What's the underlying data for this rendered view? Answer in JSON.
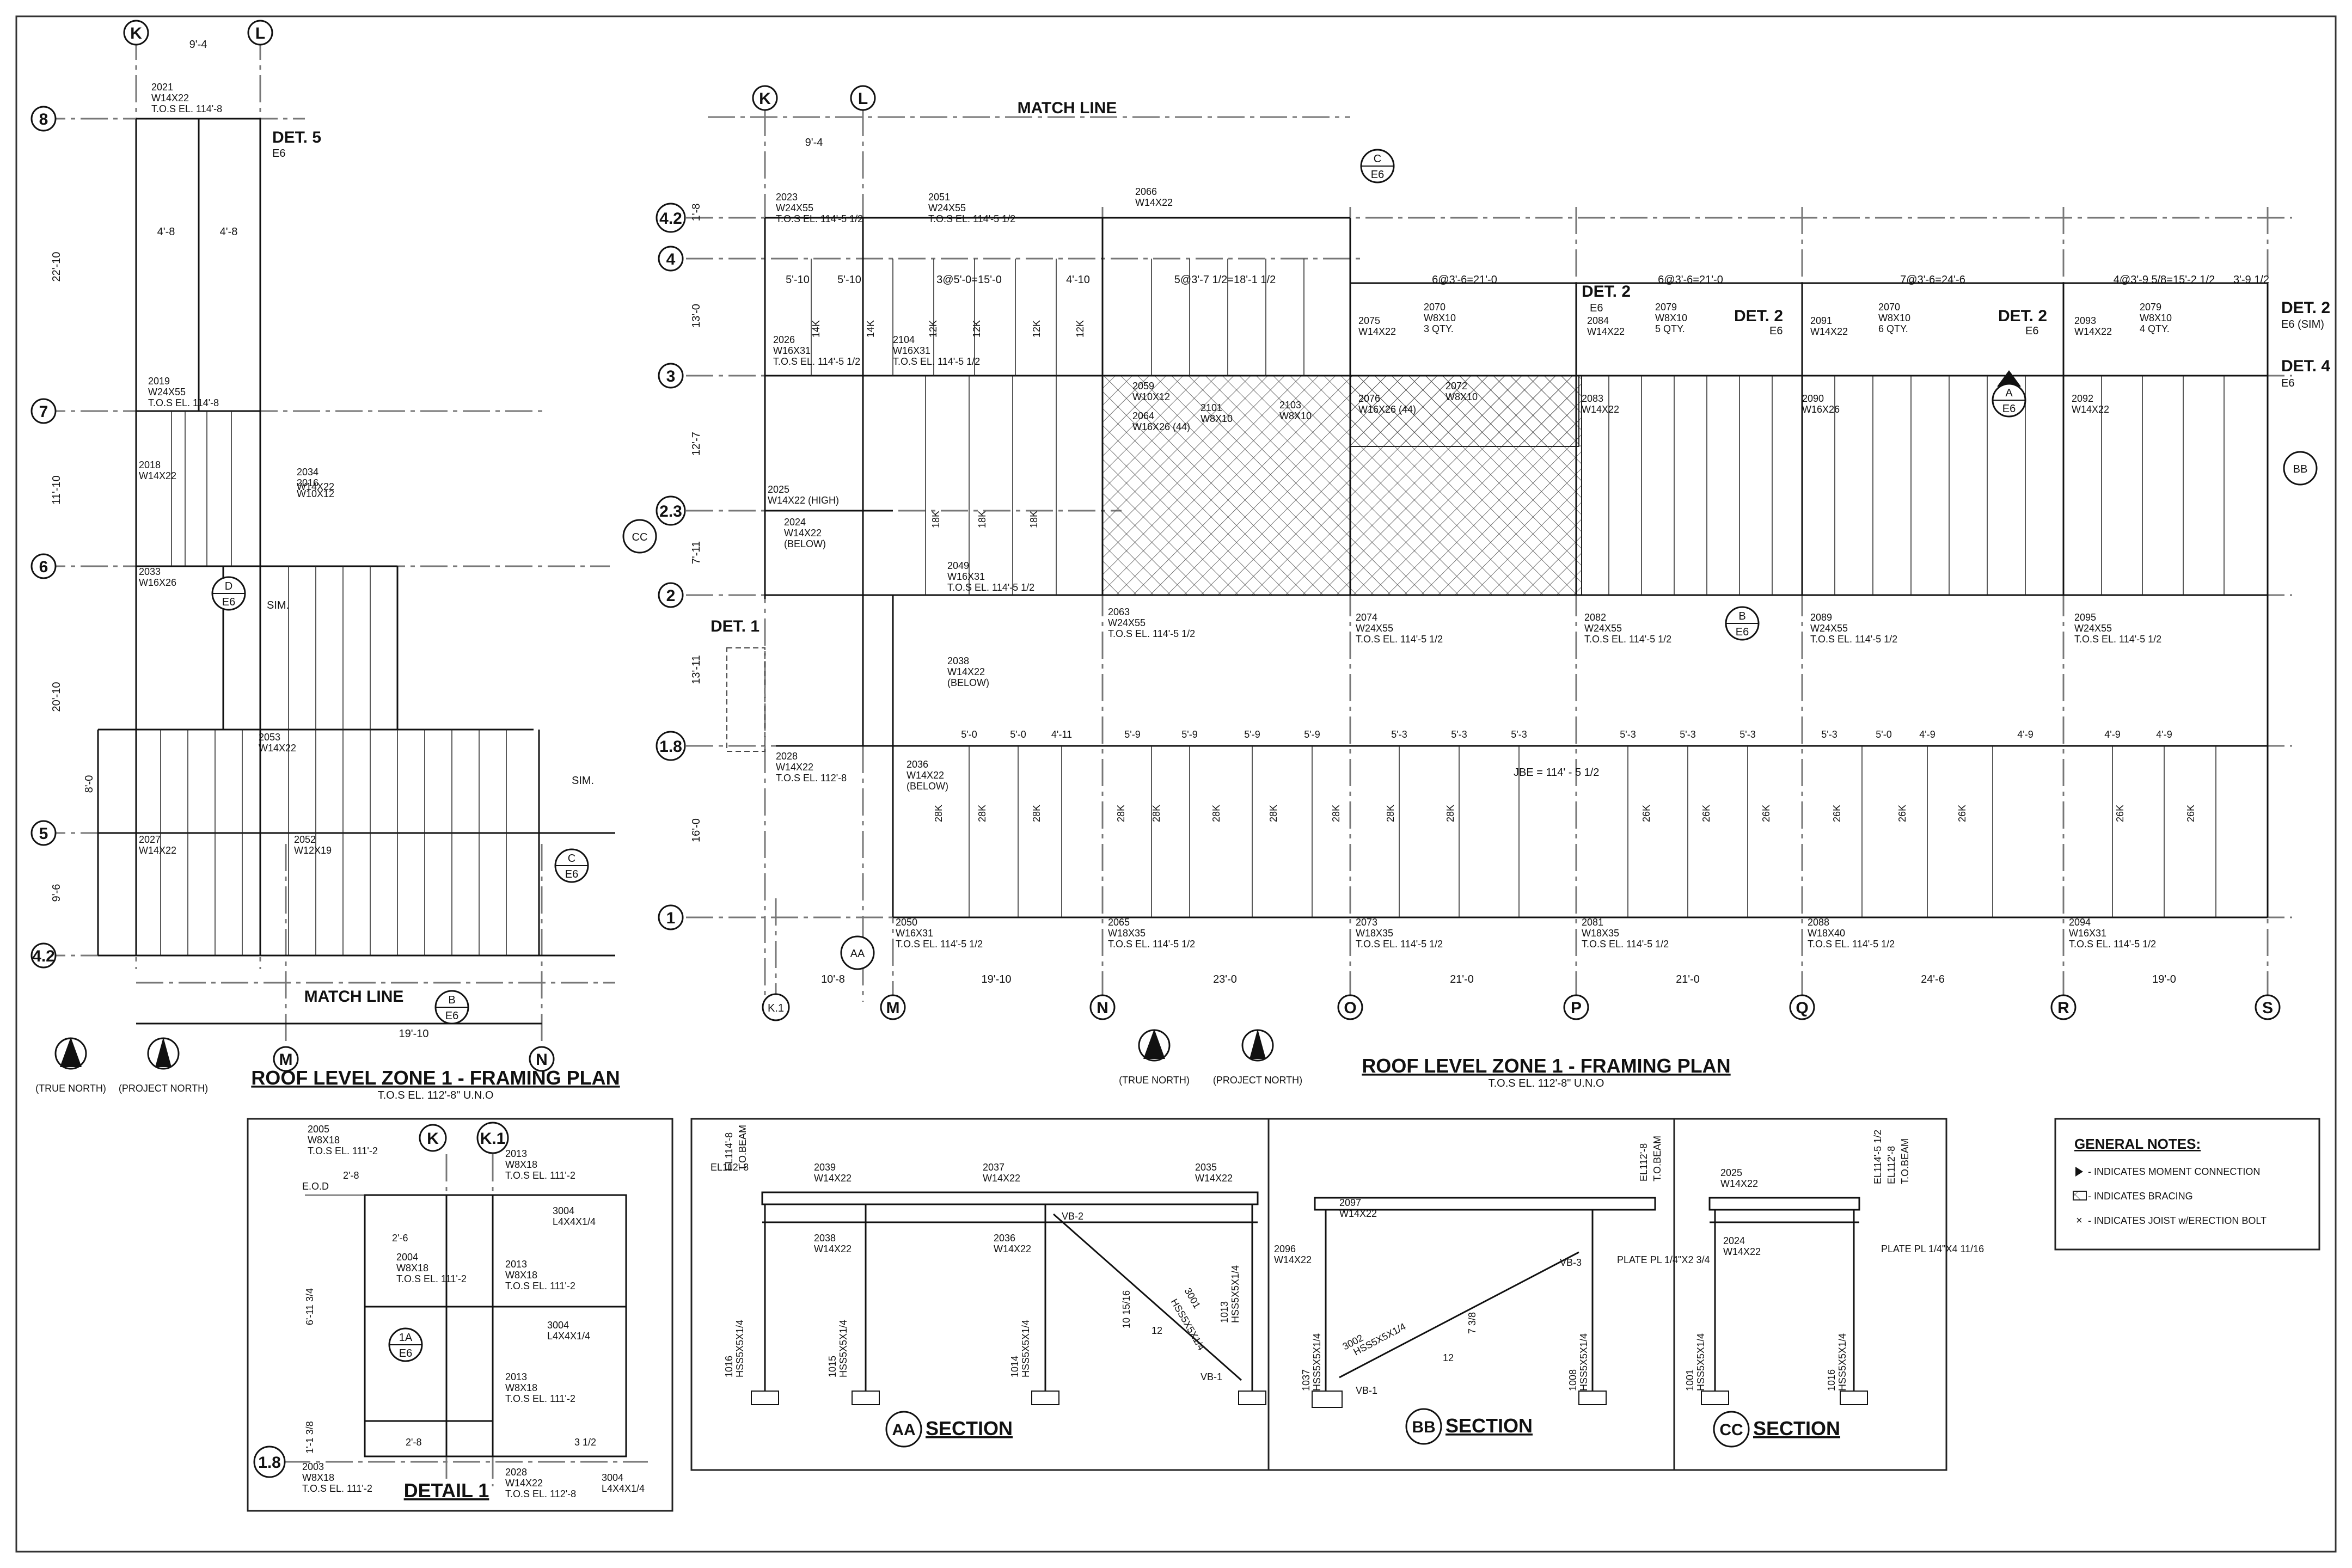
{
  "plans": {
    "left": {
      "title": "ROOF LEVEL ZONE 1 - FRAMING PLAN",
      "subtitle": "T.O.S EL. 112'-8\" U.N.O",
      "match_line": "MATCH LINE",
      "grid_cols": [
        "K",
        "L",
        "M",
        "N"
      ],
      "grid_rows": [
        "8",
        "7",
        "6",
        "5",
        "4.2"
      ],
      "dims": [
        "9'-4",
        "22'-10",
        "11'-10",
        "20'-10",
        "9'-6",
        "4'-8",
        "4'-8",
        "19'-10",
        "8'-0"
      ],
      "members": [
        {
          "mark": "2021",
          "size": "W14X22",
          "el": "T.O.S EL. 114'-8"
        },
        {
          "mark": "2019",
          "size": "W24X55",
          "el": "T.O.S EL. 114'-8"
        },
        {
          "mark": "2018",
          "size": "W14X22",
          "el": ""
        },
        {
          "mark": "2016",
          "size": "W10X12",
          "el": ""
        },
        {
          "mark": "2034",
          "size": "W14X22",
          "el": ""
        },
        {
          "mark": "2033",
          "size": "W16X26",
          "el": ""
        },
        {
          "mark": "2053",
          "size": "W14X22",
          "el": ""
        },
        {
          "mark": "2027",
          "size": "W14X22",
          "el": ""
        },
        {
          "mark": "2052",
          "size": "W12X19",
          "el": ""
        }
      ],
      "details": [
        "DET. 5",
        "E6",
        "SIM.",
        "SIM."
      ],
      "north": [
        "(TRUE NORTH)",
        "(PROJECT NORTH)"
      ],
      "section_tags": [
        {
          "id": "B",
          "sheet": "E6"
        },
        {
          "id": "C",
          "sheet": "E6"
        },
        {
          "id": "D",
          "sheet": "E6"
        }
      ]
    },
    "right": {
      "title": "ROOF LEVEL ZONE 1 - FRAMING PLAN",
      "subtitle": "T.O.S EL. 112'-8\" U.N.O",
      "match_line": "MATCH LINE",
      "grid_cols": [
        "K",
        "L",
        "K.1",
        "M",
        "N",
        "O",
        "P",
        "Q",
        "R",
        "S"
      ],
      "grid_rows": [
        "4.2",
        "4",
        "3",
        "2.3",
        "2",
        "1.8",
        "1"
      ],
      "bottom_dims": [
        "10'-8",
        "19'-10",
        "23'-0",
        "21'-0",
        "21'-0",
        "24'-6",
        "19'-0"
      ],
      "top_dims": [
        "9'-4",
        "5'-10",
        "5'-10",
        "3@5'-0=15'-0",
        "4'-10",
        "5@3'-7 1/2=18'-1 1/2",
        "6@3'-6=21'-0",
        "6@3'-6=21'-0",
        "7@3'-6=24'-6",
        "4@3'-9 5/8=15'-2 1/2",
        "3'-9 1/2"
      ],
      "row_dims": [
        "1'-8",
        "13'-0",
        "12'-7",
        "7'-11",
        "13'-11",
        "16'-0"
      ],
      "joist_dims": [
        "5'-0",
        "5'-0",
        "4'-11",
        "5'-9",
        "5'-9",
        "5'-9",
        "5'-9",
        "5'-3",
        "5'-3",
        "5'-3",
        "5'-3",
        "5'-3",
        "5'-3",
        "5'-3",
        "5'-0",
        "4'-9",
        "4'-9",
        "4'-9",
        "4'-9"
      ],
      "members": [
        {
          "mark": "2023",
          "size": "W24X55",
          "el": "T.O.S EL. 114'-5 1/2"
        },
        {
          "mark": "2051",
          "size": "W24X55",
          "el": "T.O.S EL. 114'-5 1/2"
        },
        {
          "mark": "2066",
          "size": "W14X22",
          "el": ""
        },
        {
          "mark": "2026",
          "size": "W16X31",
          "el": "T.O.S EL. 114'-5 1/2"
        },
        {
          "mark": "2104",
          "size": "W16X31",
          "el": "T.O.S EL. 114'-5 1/2"
        },
        {
          "mark": "2075",
          "size": "W14X22",
          "el": ""
        },
        {
          "mark": "2070",
          "size": "W8X10",
          "el": "3 QTY."
        },
        {
          "mark": "2084",
          "size": "W14X22",
          "el": ""
        },
        {
          "mark": "2079",
          "size": "W8X10",
          "el": "5 QTY."
        },
        {
          "mark": "2091",
          "size": "W14X22",
          "el": ""
        },
        {
          "mark": "2070",
          "size": "W8X10",
          "el": "6 QTY."
        },
        {
          "mark": "2093",
          "size": "W14X22",
          "el": ""
        },
        {
          "mark": "2079",
          "size": "W8X10",
          "el": "4 QTY."
        },
        {
          "mark": "2059",
          "size": "W10X12",
          "el": ""
        },
        {
          "mark": "2064",
          "size": "W16X26 (44)",
          "el": ""
        },
        {
          "mark": "2101",
          "size": "W8X10",
          "el": ""
        },
        {
          "mark": "2103",
          "size": "W8X10",
          "el": ""
        },
        {
          "mark": "2076",
          "size": "W16X26 (44)",
          "el": ""
        },
        {
          "mark": "2072",
          "size": "W8X10",
          "el": ""
        },
        {
          "mark": "2083",
          "size": "W14X22",
          "el": ""
        },
        {
          "mark": "2090",
          "size": "W16X26",
          "el": ""
        },
        {
          "mark": "2092",
          "size": "W14X22",
          "el": ""
        },
        {
          "mark": "2025",
          "size": "W14X22 (HIGH)",
          "el": ""
        },
        {
          "mark": "2024",
          "size": "W14X22",
          "el": "(BELOW)"
        },
        {
          "mark": "2049",
          "size": "W16X31",
          "el": "T.O.S EL. 114'-5 1/2"
        },
        {
          "mark": "2063",
          "size": "W24X55",
          "el": "T.O.S EL. 114'-5 1/2"
        },
        {
          "mark": "2074",
          "size": "W24X55",
          "el": "T.O.S EL. 114'-5 1/2"
        },
        {
          "mark": "2082",
          "size": "W24X55",
          "el": "T.O.S EL. 114'-5 1/2"
        },
        {
          "mark": "2089",
          "size": "W24X55",
          "el": "T.O.S EL. 114'-5 1/2"
        },
        {
          "mark": "2095",
          "size": "W24X55",
          "el": "T.O.S EL. 114'-5 1/2"
        },
        {
          "mark": "2038",
          "size": "W14X22",
          "el": "(BELOW)"
        },
        {
          "mark": "2036",
          "size": "W14X22",
          "el": "(BELOW)"
        },
        {
          "mark": "2028",
          "size": "W14X22",
          "el": "T.O.S EL. 112'-8"
        },
        {
          "mark": "2050",
          "size": "W16X31",
          "el": "T.O.S EL. 114'-5 1/2"
        },
        {
          "mark": "2065",
          "size": "W18X35",
          "el": "T.O.S EL. 114'-5 1/2"
        },
        {
          "mark": "2073",
          "size": "W18X35",
          "el": "T.O.S EL. 114'-5 1/2"
        },
        {
          "mark": "2081",
          "size": "W18X35",
          "el": "T.O.S EL. 114'-5 1/2"
        },
        {
          "mark": "2088",
          "size": "W18X40",
          "el": "T.O.S EL. 114'-5 1/2"
        },
        {
          "mark": "2094",
          "size": "W16X31",
          "el": "T.O.S EL. 114'-5 1/2"
        }
      ],
      "joists": [
        "14K",
        "14K",
        "12K",
        "12K",
        "12K",
        "12K",
        "18K",
        "18K",
        "18K",
        "28K",
        "28K",
        "28K",
        "28K",
        "28K",
        "28K",
        "28K",
        "28K",
        "28K",
        "28K",
        "26K",
        "26K",
        "26K",
        "26K",
        "26K",
        "26K",
        "26K",
        "26K"
      ],
      "jbe": "JBE = 114' - 5 1/2",
      "details": [
        "DET. 2",
        "E6",
        "DET. 2",
        "E6",
        "DET. 2",
        "E6",
        "DET. 2",
        "E6 (SIM)",
        "DET. 4",
        "E6",
        "DET. 1"
      ],
      "north": [
        "(TRUE NORTH)",
        "(PROJECT NORTH)"
      ],
      "section_tags": [
        {
          "id": "A",
          "sheet": "E6"
        },
        {
          "id": "B",
          "sheet": "E6"
        },
        {
          "id": "C",
          "sheet": "E6"
        },
        {
          "id": "AA",
          "sheet": ""
        },
        {
          "id": "BB",
          "sheet": ""
        },
        {
          "id": "CC",
          "sheet": ""
        }
      ]
    }
  },
  "detail1": {
    "title": "DETAIL 1",
    "grid": [
      "K",
      "K.1",
      "1.8"
    ],
    "eod": "E.O.D",
    "dims": [
      "2'-8",
      "2'-6",
      "6'-11 3/4",
      "1'-1 3/8",
      "2'-8",
      "3 1/2"
    ],
    "members": [
      {
        "mark": "2005",
        "size": "W8X18",
        "el": "T.O.S EL. 111'-2"
      },
      {
        "mark": "2013",
        "size": "W8X18",
        "el": "T.O.S EL. 111'-2"
      },
      {
        "mark": "3004",
        "size": "L4X4X1/4",
        "el": ""
      },
      {
        "mark": "2004",
        "size": "W8X18",
        "el": "T.O.S EL. 111'-2"
      },
      {
        "mark": "2013",
        "size": "W8X18",
        "el": "T.O.S EL. 111'-2"
      },
      {
        "mark": "3004",
        "size": "L4X4X1/4",
        "el": ""
      },
      {
        "mark": "2013",
        "size": "W8X18",
        "el": "T.O.S EL. 111'-2"
      },
      {
        "mark": "2003",
        "size": "W8X18",
        "el": "T.O.S EL. 111'-2"
      },
      {
        "mark": "2028",
        "size": "W14X22",
        "el": "T.O.S EL. 112'-8"
      },
      {
        "mark": "3004",
        "size": "L4X4X1/4",
        "el": ""
      }
    ]
  },
  "sections": {
    "aa": {
      "title": "SECTION",
      "tag": "AA",
      "el_labels": [
        "EL112'-8",
        "EL114'-8",
        "T.O.BEAM"
      ],
      "beams": [
        {
          "mark": "2039",
          "size": "W14X22"
        },
        {
          "mark": "2037",
          "size": "W14X22"
        },
        {
          "mark": "2035",
          "size": "W14X22"
        },
        {
          "mark": "2038",
          "size": "W14X22"
        },
        {
          "mark": "2036",
          "size": "W14X22"
        }
      ],
      "columns": [
        {
          "mark": "1016",
          "size": "HSS5X5X1/4"
        },
        {
          "mark": "1015",
          "size": "HSS5X5X1/4"
        },
        {
          "mark": "1014",
          "size": "HSS5X5X1/4"
        },
        {
          "mark": "1013",
          "size": "HSS5X5X1/4"
        }
      ],
      "brace": {
        "mark": "3001",
        "size": "HSS5X5X1/4"
      },
      "vb": [
        "VB-2",
        "VB-1"
      ],
      "slope": [
        "10 15/16",
        "12"
      ]
    },
    "bb": {
      "title": "SECTION",
      "tag": "BB",
      "el_labels": [
        "EL112'-8",
        "T.O.BEAM"
      ],
      "beams": [
        {
          "mark": "2097",
          "size": "W14X22"
        },
        {
          "mark": "2096",
          "size": "W14X22"
        }
      ],
      "columns": [
        {
          "mark": "1037",
          "size": "HSS5X5X1/4"
        },
        {
          "mark": "1008",
          "size": "HSS5X5X1/4"
        }
      ],
      "brace": {
        "mark": "3002",
        "size": "HSS5X5X1/4"
      },
      "vb": [
        "VB-3",
        "VB-1"
      ],
      "plate": "PLATE PL 1/4\"X2 3/4",
      "slope": [
        "7 3/8",
        "12"
      ]
    },
    "cc": {
      "title": "SECTION",
      "tag": "CC",
      "el_labels": [
        "EL114'-5 1/2",
        "EL112'-8",
        "T.O.BEAM"
      ],
      "beams": [
        {
          "mark": "2025",
          "size": "W14X22"
        },
        {
          "mark": "2024",
          "size": "W14X22"
        }
      ],
      "columns": [
        {
          "mark": "1001",
          "size": "HSS5X5X1/4"
        },
        {
          "mark": "1016",
          "size": "HSS5X5X1/4"
        }
      ],
      "plate": "PLATE PL 1/4\"X4 11/16"
    }
  },
  "general_notes": {
    "title": "GENERAL NOTES:",
    "items": [
      {
        "symbol": "arrow",
        "text": "- INDICATES MOMENT CONNECTION"
      },
      {
        "symbol": "hatch",
        "text": "- INDICATES BRACING"
      },
      {
        "symbol": "x",
        "text": "- INDICATES JOIST w/ERECTION BOLT"
      }
    ]
  }
}
